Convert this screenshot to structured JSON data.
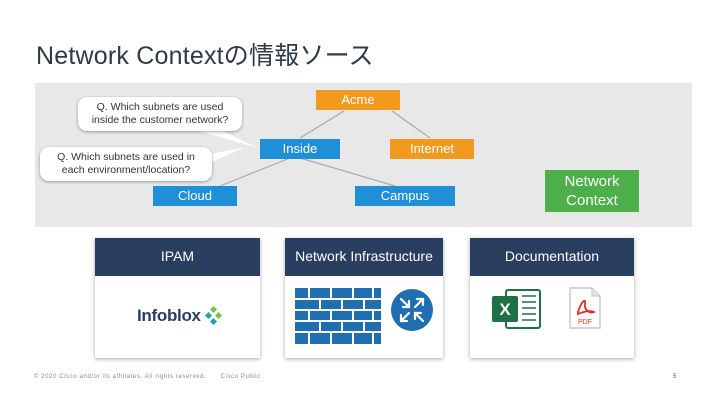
{
  "slide": {
    "title": "Network Contextの情報ソース",
    "page_number": "5"
  },
  "diagram": {
    "nodes": {
      "acme": "Acme",
      "inside": "Inside",
      "internet": "Internet",
      "cloud": "Cloud",
      "campus": "Campus",
      "network_context": "Network Context"
    },
    "callouts": {
      "customer_network": "Q. Which subnets are used inside the customer network?",
      "each_environment": "Q. Which subnets are used in each environment/location?"
    }
  },
  "cards": [
    {
      "title": "IPAM",
      "logo_text": "Infoblox"
    },
    {
      "title": "Network Infrastructure"
    },
    {
      "title": "Documentation",
      "excel_letter": "X",
      "pdf_label": "PDF"
    }
  ],
  "footer": {
    "copyright": "© 2020 Cisco and/or its affiliates. All rights reserved.",
    "classification": "Cisco Public"
  },
  "colors": {
    "orange": "#f29a1f",
    "blue": "#1f8fd8",
    "green": "#4caf4a",
    "navy": "#2a3f5f"
  }
}
